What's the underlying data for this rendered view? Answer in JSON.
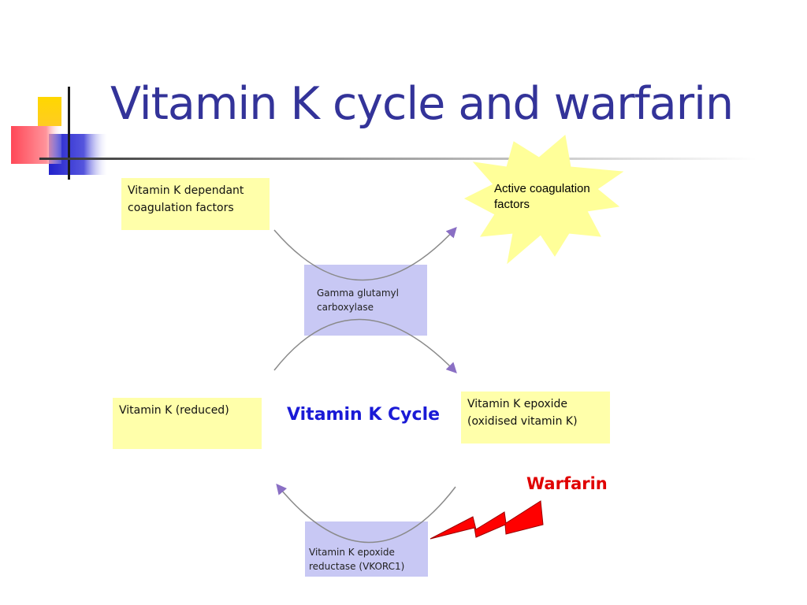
{
  "slide": {
    "title": "Vitamin K cycle and warfarin"
  },
  "diagram": {
    "nodes": {
      "dependant_factors": {
        "lines": [
          "Vitamin K dependant",
          "coagulation factors"
        ]
      },
      "active_factors": {
        "lines": [
          "Active coagulation",
          "factors"
        ]
      },
      "carboxylase": {
        "lines": [
          "Gamma glutamyl",
          "carboxylase"
        ]
      },
      "reduced": {
        "lines": [
          "Vitamin K (reduced)"
        ]
      },
      "epoxide": {
        "lines": [
          "Vitamin K epoxide",
          "(oxidised vitamin K)"
        ]
      },
      "reductase": {
        "lines": [
          "Vitamin K epoxide",
          "reductase (VKORC1)"
        ]
      }
    },
    "cycle_label": "Vitamin K Cycle",
    "inhibitor_label": "Warfarin"
  },
  "colors": {
    "title": "#333399",
    "yellow_box": "#ffffaa",
    "lilac_box": "#c8c8f4",
    "star": "#ffff99",
    "arrow": "#8a6fc4",
    "warfarin": "#e00000",
    "cycle_label": "#1a1ad6"
  }
}
